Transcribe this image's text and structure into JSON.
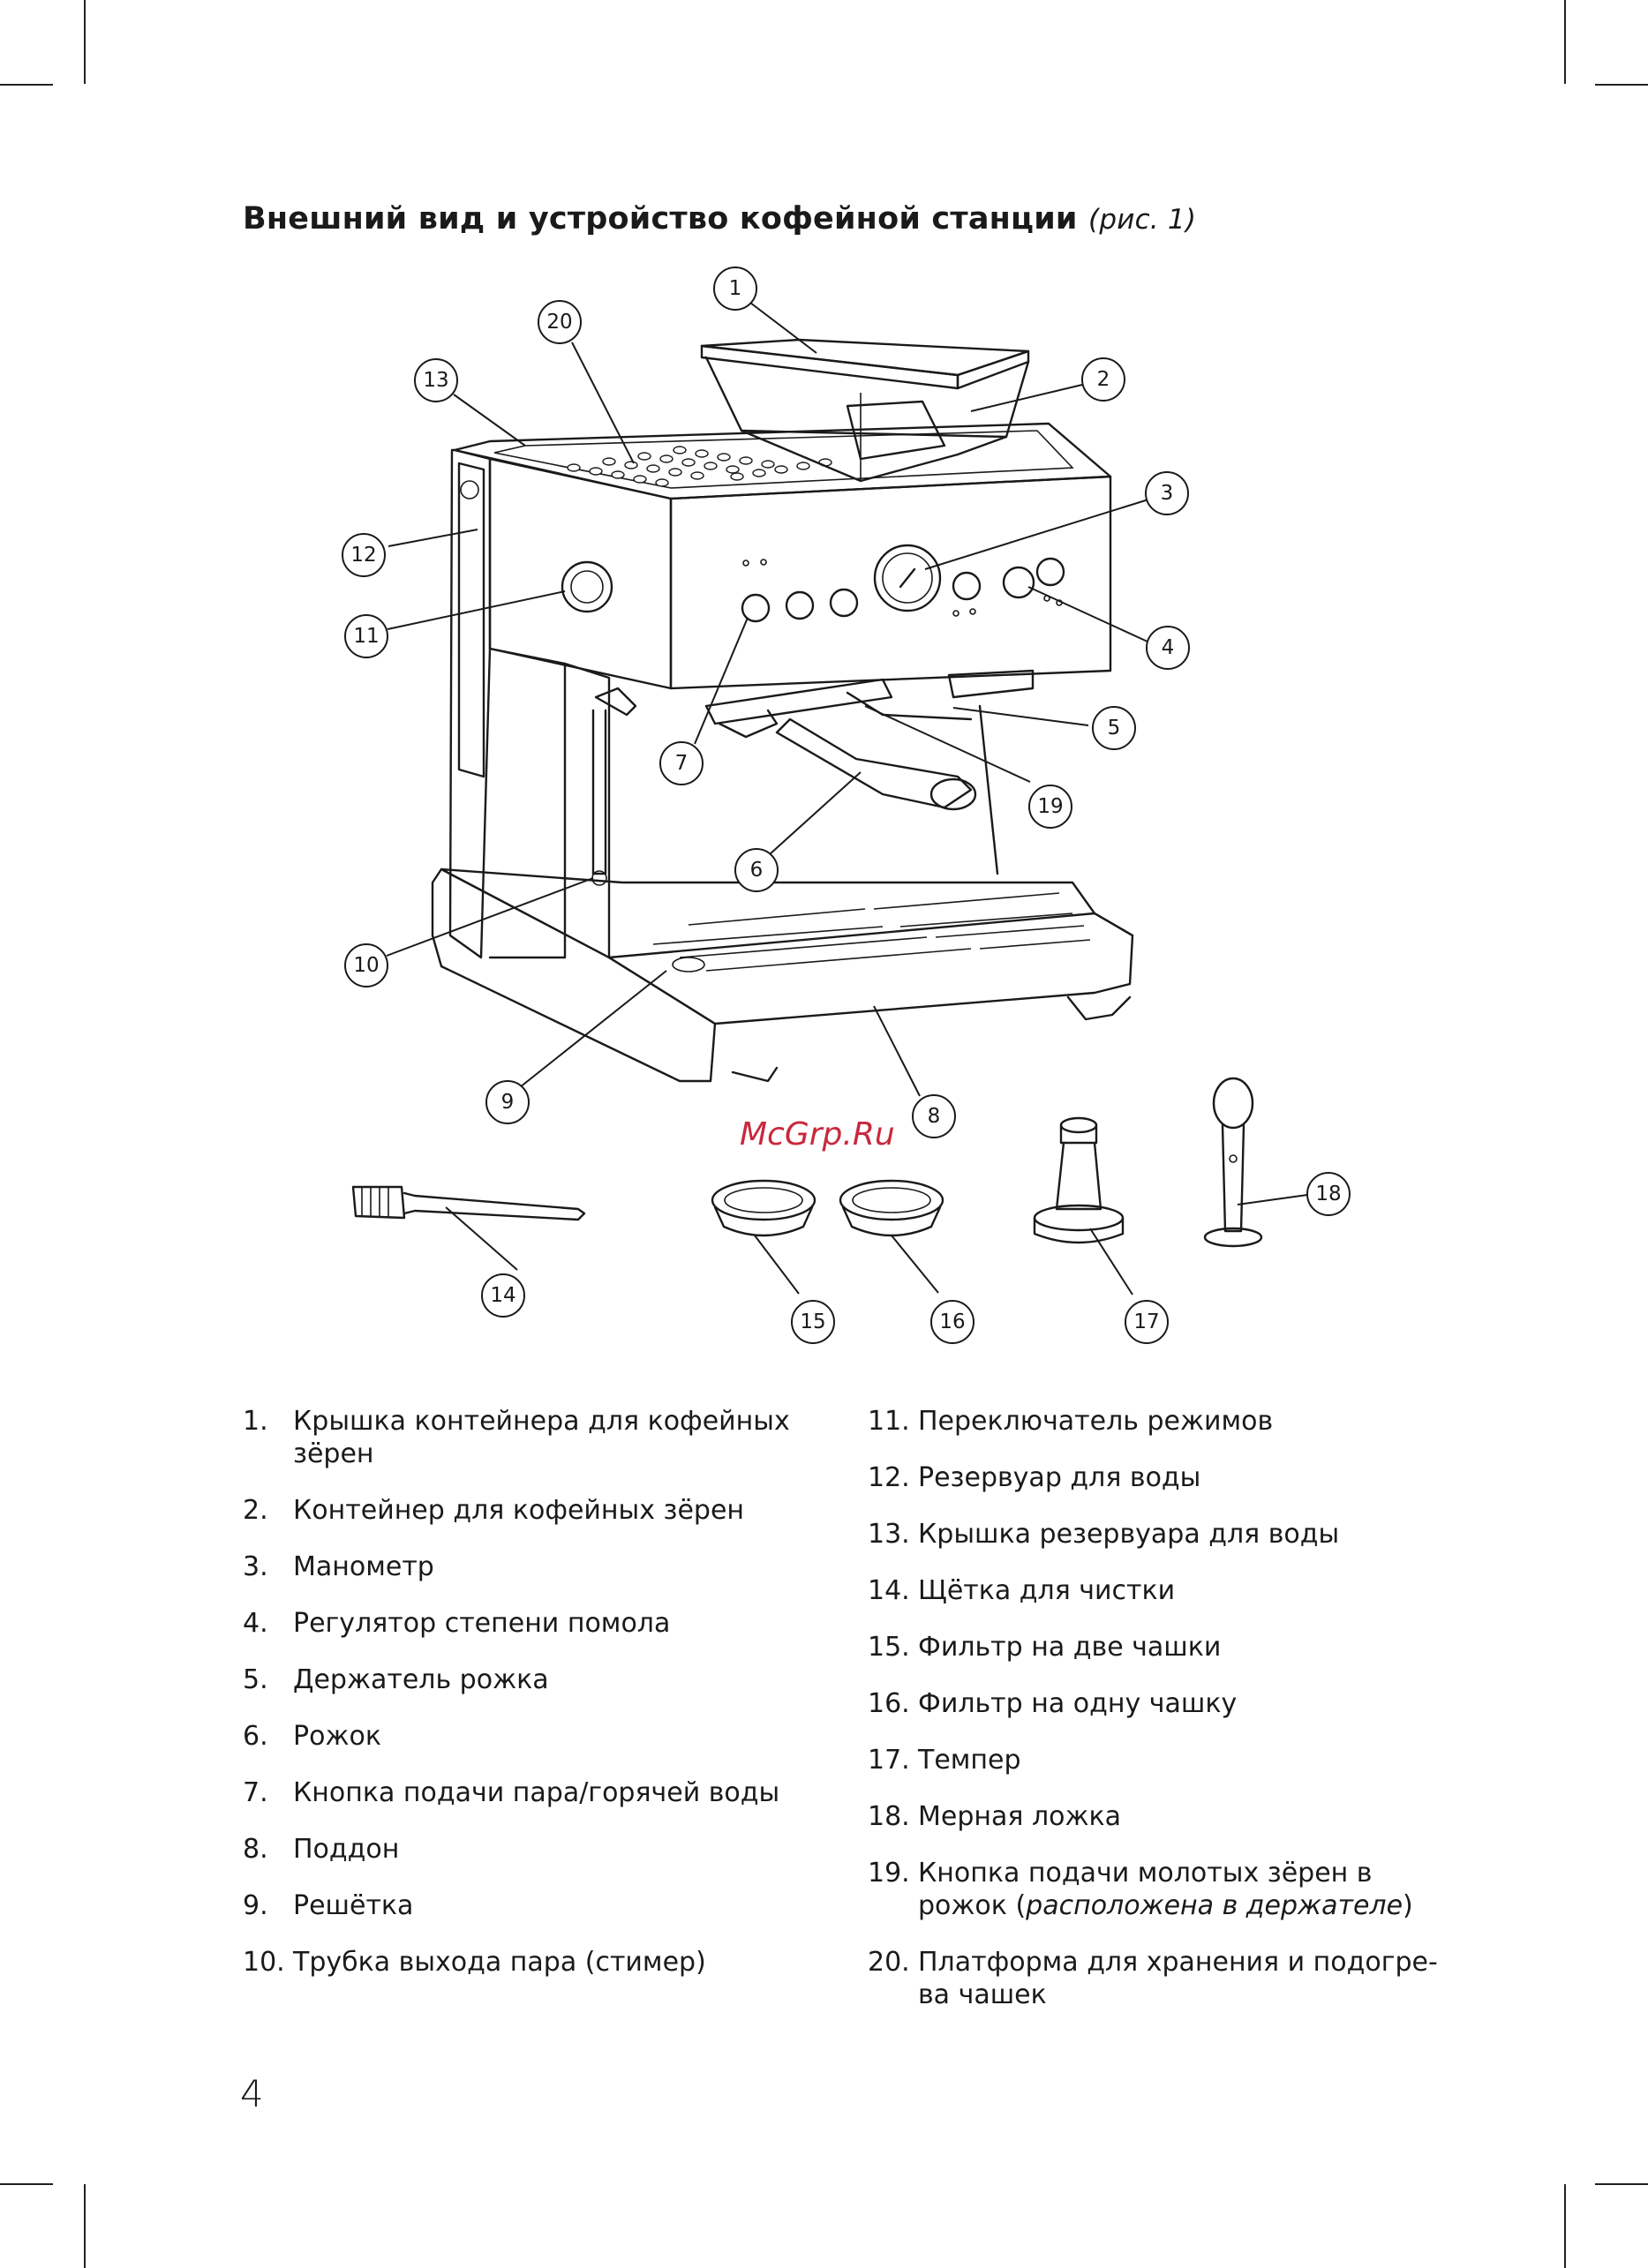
{
  "heading": {
    "title": "Внешний вид и устройство кофейной станции",
    "figure_ref": "(рис. 1)"
  },
  "watermark": "McGrp.Ru",
  "callouts": [
    "1",
    "2",
    "3",
    "4",
    "5",
    "6",
    "7",
    "8",
    "9",
    "10",
    "11",
    "12",
    "13",
    "14",
    "15",
    "16",
    "17",
    "18",
    "19",
    "20"
  ],
  "parts_left": [
    {
      "num": "1.",
      "text": "Крышка контейнера для кофейных зёрен"
    },
    {
      "num": "2.",
      "text": "Контейнер для кофейных зёрен"
    },
    {
      "num": "3.",
      "text": "Манометр"
    },
    {
      "num": "4.",
      "text": "Регулятор степени помола"
    },
    {
      "num": "5.",
      "text": "Держатель рожка"
    },
    {
      "num": "6.",
      "text": "Рожок"
    },
    {
      "num": "7.",
      "text": "Кнопка подачи пара/горячей воды"
    },
    {
      "num": "8.",
      "text": "Поддон"
    },
    {
      "num": "9.",
      "text": "Решётка"
    },
    {
      "num": "10.",
      "text": "Трубка выхода пара (стимер)"
    }
  ],
  "parts_right": [
    {
      "num": "11.",
      "text": "Переключатель режимов"
    },
    {
      "num": "12.",
      "text": "Резервуар для воды"
    },
    {
      "num": "13.",
      "text": "Крышка резервуара для воды"
    },
    {
      "num": "14.",
      "text": "Щётка для чистки"
    },
    {
      "num": "15.",
      "text": "Фильтр на две чашки"
    },
    {
      "num": "16.",
      "text": "Фильтр на одну чашку"
    },
    {
      "num": "17.",
      "text": "Темпер"
    },
    {
      "num": "18.",
      "text": "Мерная ложка"
    },
    {
      "num": "19.",
      "text": "Кнопка подачи молотых зёрен в рожок",
      "note": "расположена в держателе"
    },
    {
      "num": "20.",
      "text": "Платформа для хранения и подогре-ва чашек"
    }
  ],
  "page_number": "4"
}
